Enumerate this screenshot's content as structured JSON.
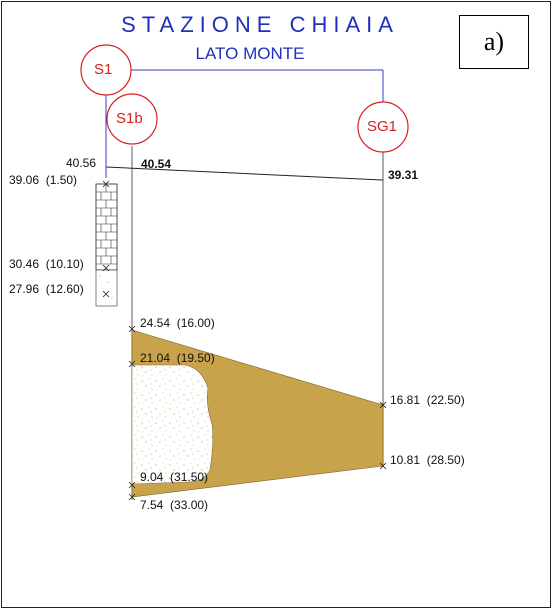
{
  "title": "STAZIONE CHIAIA",
  "subtitle": "LATO MONTE",
  "panel_label": "a)",
  "boreholes": {
    "s1": {
      "name": "S1",
      "top": "40.56"
    },
    "s1b": {
      "name": "S1b",
      "top": "40.54"
    },
    "sg1": {
      "name": "SG1",
      "top": "39.31"
    }
  },
  "levels": {
    "s1": [
      "39.06  (1.50)",
      "30.46  (10.10)",
      "27.96  (12.60)"
    ],
    "s1b": [
      "24.54  (16.00)",
      "21.04  (19.50)",
      "9.04  (31.50)",
      "7.54  (33.00)"
    ],
    "sg1": [
      "16.81  (22.50)",
      "10.81  (28.50)"
    ]
  },
  "colors": {
    "title_blue": "#2030b8",
    "circle_red": "#d92020",
    "sand_fill": "#c9a24c",
    "fill_speckle": "#c8a040",
    "line_blue": "#3040c0"
  }
}
